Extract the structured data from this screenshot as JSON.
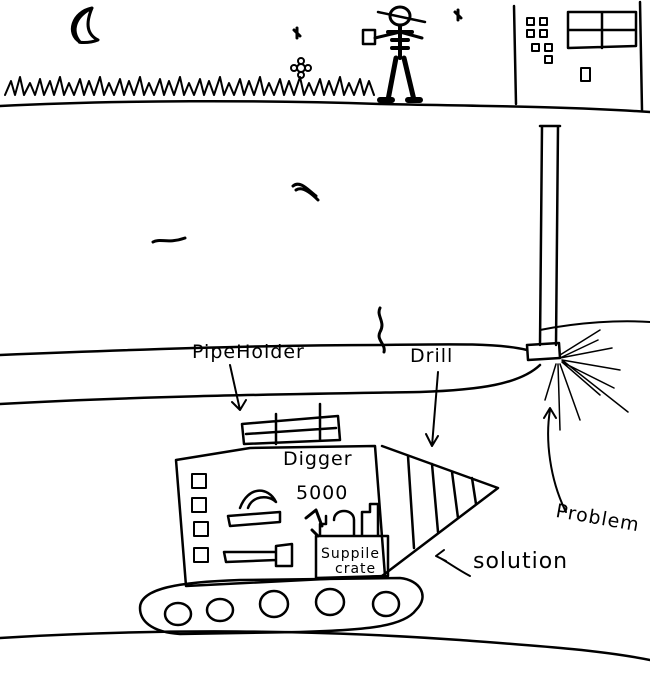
{
  "labels": {
    "pipeholder": "PipeHolder",
    "drill": "Drill",
    "digger": "Digger",
    "model": "5000",
    "supply_line1": "Suppile",
    "supply_line2": "crate",
    "solution": "solution",
    "problem": "Problem"
  },
  "colors": {
    "ink": "#000000",
    "paper": "#ffffff"
  }
}
